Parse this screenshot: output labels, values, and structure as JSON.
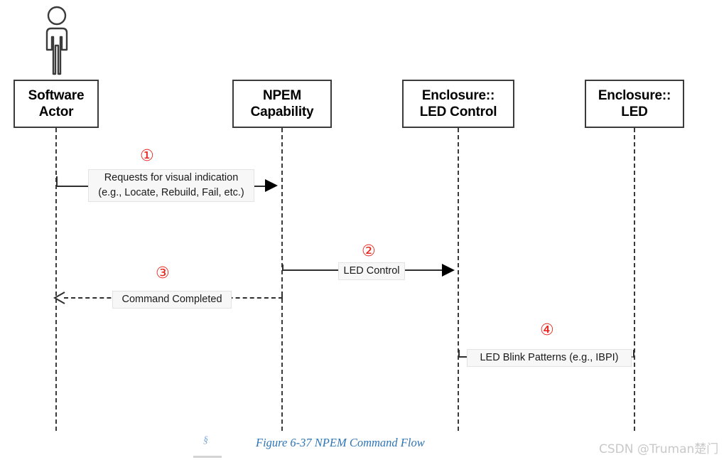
{
  "diagram": {
    "type": "uml-sequence-diagram",
    "caption": "Figure 6-37 NPEM Command Flow",
    "section_mark": "§",
    "watermark": "CSDN @Truman楚门",
    "colors": {
      "line": "#2f2f2f",
      "box_border": "#3b3b3b",
      "step_number": "#e8251f",
      "caption": "#2e75b6",
      "watermark": "#c9c9c9",
      "label_fill": "#f7f7f7"
    },
    "actor": {
      "icon": "actor-person-icon"
    },
    "lifelines": [
      {
        "id": "software-actor",
        "line1": "Software",
        "line2": "Actor"
      },
      {
        "id": "npem-capability",
        "line1": "NPEM",
        "line2": "Capability"
      },
      {
        "id": "enclosure-led-control",
        "line1": "Enclosure::",
        "line2": "LED Control"
      },
      {
        "id": "enclosure-led",
        "line1": "Enclosure::",
        "line2": "LED"
      }
    ],
    "messages": [
      {
        "id": "msg-1",
        "number": "①",
        "from": "software-actor",
        "to": "npem-capability",
        "label_line1": "Requests for visual indication",
        "label_line2": "(e.g., Locate, Rebuild, Fail, etc.)",
        "style": "solid",
        "arrow": "filled",
        "direction": "right"
      },
      {
        "id": "msg-2",
        "number": "②",
        "from": "npem-capability",
        "to": "enclosure-led-control",
        "label_line1": "LED Control",
        "label_line2": "",
        "style": "solid",
        "arrow": "filled",
        "direction": "right"
      },
      {
        "id": "msg-3",
        "number": "③",
        "from": "npem-capability",
        "to": "software-actor",
        "label_line1": "Command Completed",
        "label_line2": "",
        "style": "dashed",
        "arrow": "open",
        "direction": "left"
      },
      {
        "id": "msg-4",
        "number": "④",
        "from": "enclosure-led-control",
        "to": "enclosure-led",
        "label_line1": "LED Blink Patterns (e.g., IBPI)",
        "label_line2": "",
        "style": "solid",
        "arrow": "filled",
        "direction": "right"
      }
    ]
  }
}
